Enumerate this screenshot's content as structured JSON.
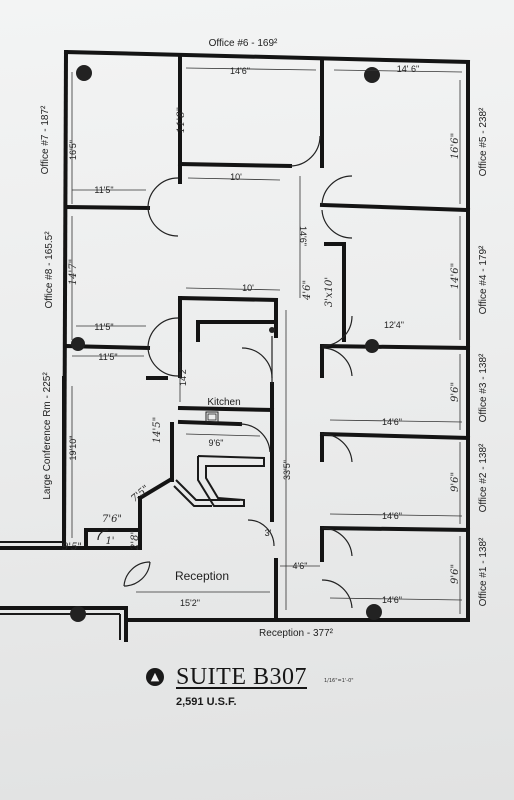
{
  "rooms": {
    "office6": "Office #6 - 169²",
    "office7": "Office #7 - 187²",
    "office5": "Office #5 - 238²",
    "office8": "Office #8 - 165.5²",
    "office4": "Office #4 - 179²",
    "office3": "Office #3 - 138²",
    "office2": "Office #2 - 138²",
    "office1": "Office #1 - 138²",
    "conference": "Large Conference Rm - 225²",
    "reception_bottom": "Reception - 377²",
    "kitchen": "Kitchen",
    "reception": "Reception"
  },
  "dimensions": {
    "o6_width": "14'6\"",
    "o6_depth": "11'8\"",
    "o5_width": "14' 6\"",
    "o5_depth": "16'6\"",
    "o7_depth": "16'5\"",
    "o7_width": "11'5\"",
    "hall_top": "10'",
    "hall_mid": "10'",
    "hall_depth": "14'6\"",
    "hall_narrow": "4'6\"",
    "o8_width": "11'5\"",
    "o8_depth": "14'7\"",
    "o4_depth": "14'6\"",
    "o4_width": "12'4\"",
    "storage": "3'x10'",
    "conf_width": "11'5\"",
    "conf_depth": "19'10\"",
    "conf_small": "14'5\"",
    "kitchen_depth": "14'2\"",
    "kitchen_width": "9'6\"",
    "corridor": "33'5\"",
    "o3_width": "14'6\"",
    "o3_depth": "9'6\"",
    "o2_width": "14'6\"",
    "o2_depth": "9'6\"",
    "o1_width": "14'6\"",
    "o1_depth": "9'6\"",
    "entry_3": "3'",
    "entry_hall": "4'6\"",
    "reception_width": "15'2\"",
    "closet_a": "7'6\"",
    "closet_b": "2'8\"",
    "closet_c": "7'5\"",
    "closet_d": "9'5\"",
    "closet_e": "1'"
  },
  "title": {
    "suite": "SUITE B307",
    "area": "2,591 U.S.F.",
    "scale": "1/16\"=1'-0\"",
    "north_icon": "north-arrow-icon"
  }
}
